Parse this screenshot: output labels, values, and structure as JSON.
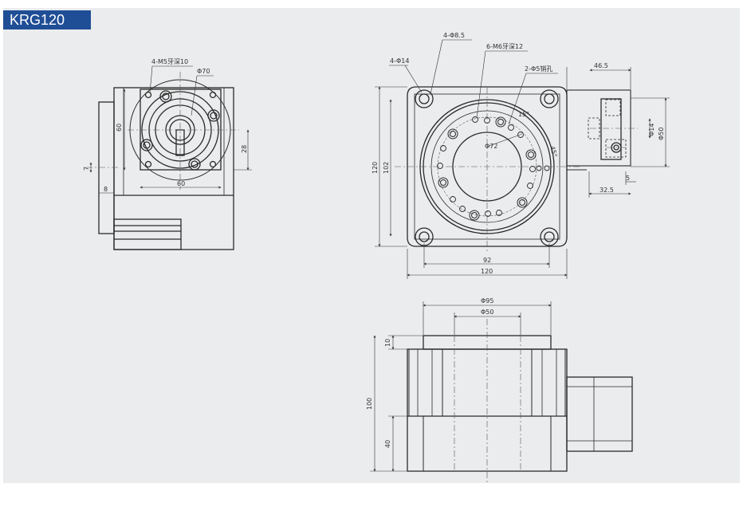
{
  "title": "KRG120",
  "colors": {
    "badge": "#1f4e96",
    "panel": "#eaeced",
    "line": "#2a2a2a",
    "hatch": "#555555"
  },
  "left_view": {
    "labels": {
      "m5": "4-M5牙深10",
      "phi70": "Φ70",
      "d60v": "60",
      "d60h": "60",
      "d28": "28",
      "d7": "7",
      "d8": "8"
    }
  },
  "top_view": {
    "labels": {
      "phi85": "4-Φ8.5",
      "phi14": "4-Φ14",
      "m6": "6-M6牙深12",
      "phi5": "2-Φ5销孔",
      "d465": "46.5",
      "phi14r": "Φ14",
      "phi50r": "Φ50",
      "d120v": "120",
      "d102": "102",
      "phi72": "Φ72",
      "a15": "15°",
      "a45": "45°",
      "d5": "5",
      "d325": "32.5",
      "d92": "92",
      "d120h": "120"
    }
  },
  "front_view": {
    "labels": {
      "phi95": "Φ95",
      "phi50": "Φ50",
      "d10": "10",
      "d100": "100",
      "d40": "40"
    }
  }
}
